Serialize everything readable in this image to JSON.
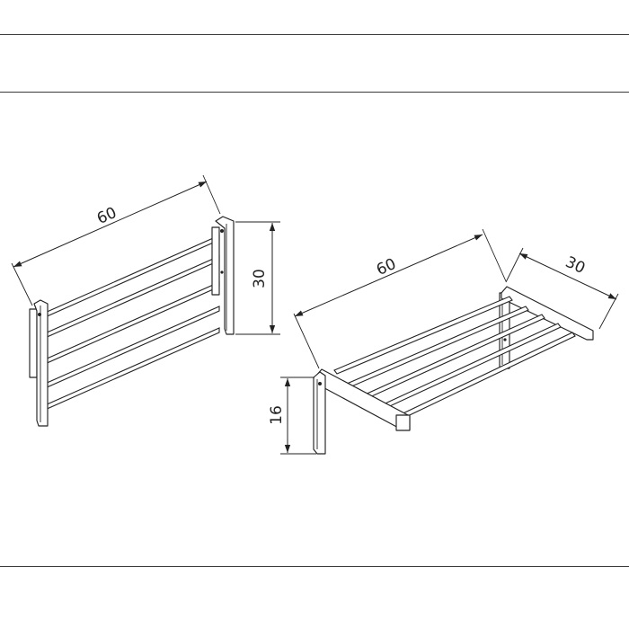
{
  "left_view": {
    "width_dimension": "60",
    "height_dimension": "30"
  },
  "right_view": {
    "width_dimension": "60",
    "depth_dimension": "30",
    "bracket_height_dimension": "16"
  }
}
